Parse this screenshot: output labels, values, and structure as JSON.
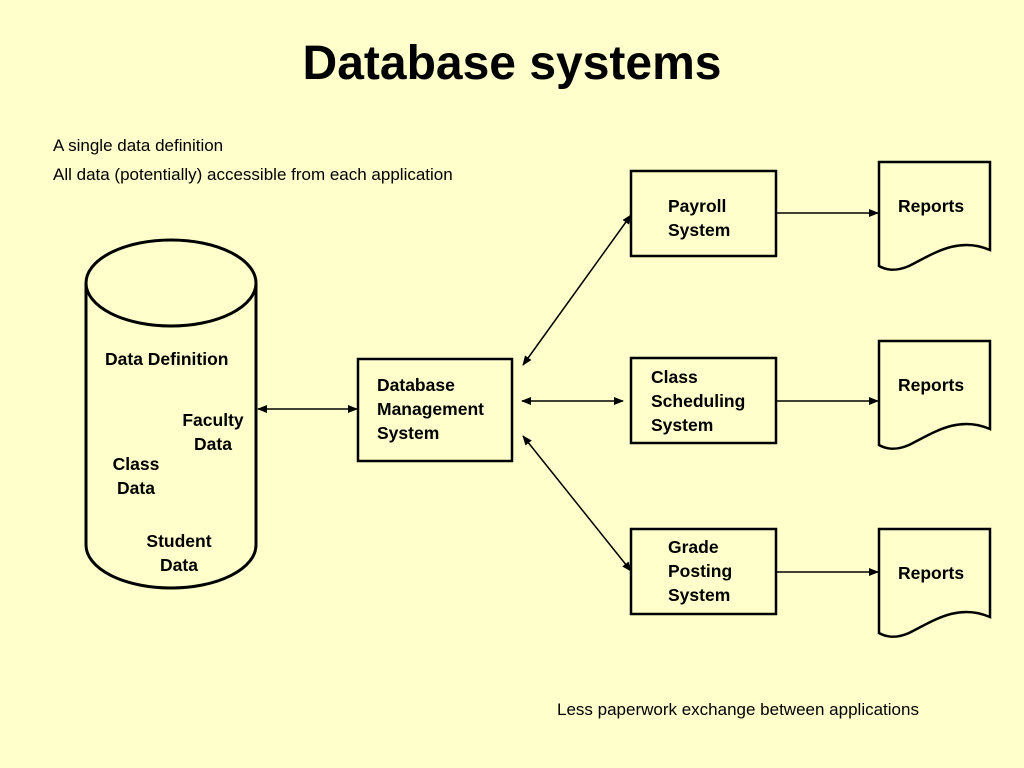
{
  "title": "Database systems",
  "bullets": [
    "A single data definition",
    "All data (potentially) accessible from each application"
  ],
  "database": {
    "definition": "Data Definition",
    "faculty": [
      "Faculty",
      "Data"
    ],
    "class": [
      "Class",
      "Data"
    ],
    "student": [
      "Student",
      "Data"
    ]
  },
  "dbms": [
    "Database",
    "Management",
    "System"
  ],
  "applications": [
    {
      "lines": [
        "Payroll",
        "System"
      ],
      "report": "Reports"
    },
    {
      "lines": [
        "Class",
        "Scheduling",
        "System"
      ],
      "report": "Reports"
    },
    {
      "lines": [
        "Grade",
        "Posting",
        "System"
      ],
      "report": "Reports"
    }
  ],
  "footnote": "Less paperwork exchange between applications"
}
